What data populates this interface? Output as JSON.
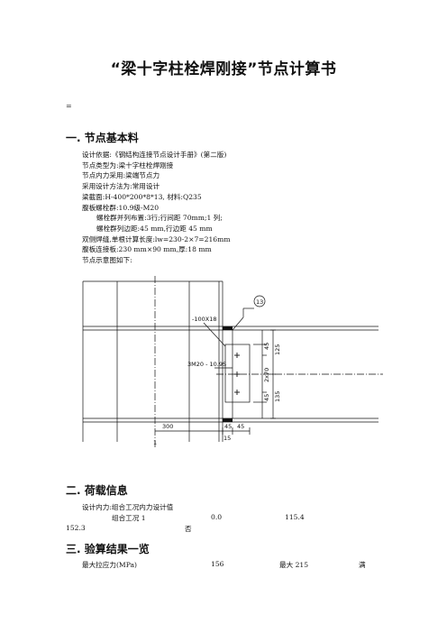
{
  "doc": {
    "title": "“梁十字柱栓焊刚接”节点计算书",
    "marker": "="
  },
  "section1": {
    "heading": "一.  节点基本料",
    "lines": [
      "设计依据:《钢结构连接节点设计手册》(第二版)",
      "节点类型为:梁十字柱栓焊刚接",
      "节点内力采用:梁端节点力",
      "采用设计方法为:常用设计",
      "梁截面:H-400*200*8*13,   材料:Q235",
      "腹板螺栓群:10.9级-M20",
      "螺栓群并列布置:3行;行间距 70mm;1 列;",
      "螺栓群列边距:45 mm,行边距 45 mm",
      "双侧焊缝,单根计算长度:lw=230-2×7=216mm",
      "腹板连接板:230 mm×90 mm,厚:18 mm",
      "节点示意图如下:"
    ]
  },
  "diagram": {
    "plate_label": "-100X18",
    "bolt_label": "3M20 - 10.9S",
    "weld_label": "13",
    "dims": {
      "d125": "125",
      "d45a": "45",
      "d270": "2x70",
      "d45b": "45",
      "d135": "135",
      "d300": "300",
      "d45c": "45",
      "d45d": "45",
      "d15": "15",
      "d1": "1"
    }
  },
  "section2": {
    "heading": "二.  荷载信息",
    "line1": "设计内力:组合工况内力设计值",
    "row": {
      "name": "组合工况 1",
      "v1": "0.0",
      "v2": "115.4",
      "v3": "152.3",
      "v4": "否"
    }
  },
  "section3": {
    "heading": "三.  验算结果一览",
    "row": {
      "name": "最大拉应力(MPa)",
      "value": "156",
      "limit": "最大 215",
      "status": "满"
    }
  }
}
